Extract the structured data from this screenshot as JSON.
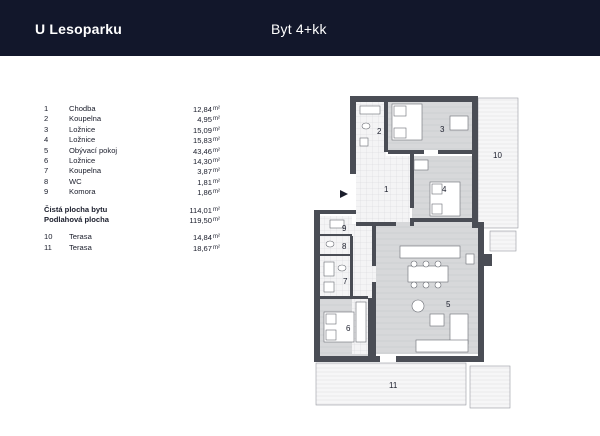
{
  "header": {
    "title": "U Lesoparku",
    "subtitle": "Byt 4+kk"
  },
  "rooms": [
    {
      "num": "1",
      "name": "Chodba",
      "area": "12,84",
      "unit": "m²"
    },
    {
      "num": "2",
      "name": "Koupelna",
      "area": "4,95",
      "unit": "m²"
    },
    {
      "num": "3",
      "name": "Ložnice",
      "area": "15,09",
      "unit": "m²"
    },
    {
      "num": "4",
      "name": "Ložnice",
      "area": "15,83",
      "unit": "m²"
    },
    {
      "num": "5",
      "name": "Obývací pokoj",
      "area": "43,46",
      "unit": "m²"
    },
    {
      "num": "6",
      "name": "Ložnice",
      "area": "14,30",
      "unit": "m²"
    },
    {
      "num": "7",
      "name": "Koupelna",
      "area": "3,87",
      "unit": "m²"
    },
    {
      "num": "8",
      "name": "WC",
      "area": "1,81",
      "unit": "m²"
    },
    {
      "num": "9",
      "name": "Komora",
      "area": "1,86",
      "unit": "m²"
    }
  ],
  "totals": [
    {
      "name": "Čistá plocha bytu",
      "area": "114,01",
      "unit": "m²"
    },
    {
      "name": "Podlahová plocha",
      "area": "119,50",
      "unit": "m²"
    }
  ],
  "terraces": [
    {
      "num": "10",
      "name": "Terasa",
      "area": "14,84",
      "unit": "m²"
    },
    {
      "num": "11",
      "name": "Terasa",
      "area": "18,67",
      "unit": "m²"
    }
  ],
  "plan_labels": {
    "r1": "1",
    "r2": "2",
    "r3": "3",
    "r4": "4",
    "r5": "5",
    "r6": "6",
    "r7": "7",
    "r8": "8",
    "r9": "9",
    "r10": "10",
    "r11": "11"
  },
  "colors": {
    "header_bg": "#12172b",
    "wall": "#4a4d55",
    "floor": "#d9dadc",
    "tile": "#e3e4e6",
    "text": "#1a1d2b"
  }
}
